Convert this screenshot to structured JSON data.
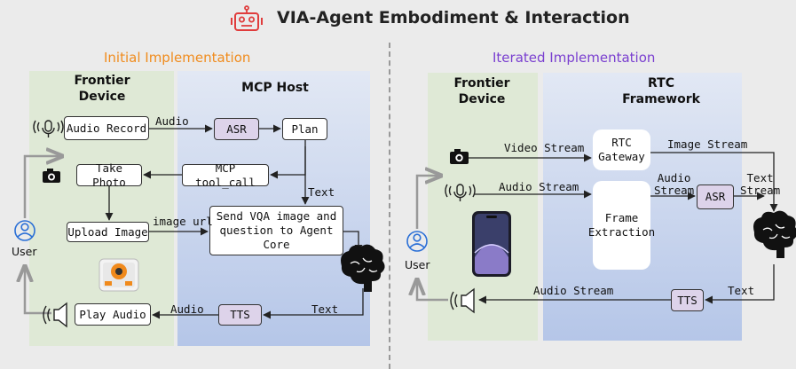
{
  "title": "VIA-Agent Embodiment & Interaction",
  "title_icon": "robot-icon",
  "left": {
    "heading": "Initial Implementation",
    "heading_color": "#f08c1e",
    "device_label": "Frontier\nDevice",
    "host_label": "MCP Host",
    "boxes": {
      "audio_record": "Audio Record",
      "asr": "ASR",
      "plan": "Plan",
      "take_photo": "Take Photo",
      "mcp_tool_call": "MCP tool_call",
      "upload_image": "Upload Image",
      "send_vqa": "Send VQA image and question to Agent Core",
      "tts": "TTS",
      "play_audio": "Play Audio"
    },
    "edge_labels": {
      "audio": "Audio",
      "text_plan": "Text",
      "image_url": "image url",
      "text_brain": "Text",
      "audio_tts": "Audio"
    },
    "user_label": "User"
  },
  "right": {
    "heading": "Iterated Implementation",
    "heading_color": "#7a3fd0",
    "device_label": "Frontier\nDevice",
    "framework_label": "RTC\nFramework",
    "boxes": {
      "rtc_gateway": "RTC\nGateway",
      "frame_extraction": "Frame\nExtraction",
      "asr": "ASR",
      "tts": "TTS"
    },
    "edge_labels": {
      "video_stream": "Video Stream",
      "image_stream": "Image Stream",
      "audio_stream_in": "Audio Stream",
      "audio_stream_asr": "Audio\nStream",
      "text_stream": "Text\nStream",
      "text_tts": "Text",
      "audio_stream_out": "Audio Stream"
    },
    "user_label": "User"
  },
  "colors": {
    "device_zone": "#dfe9d6",
    "host_zone": "#c6d3ee",
    "purple_box": "#ddd3ea",
    "title_icon": "#e03c3c"
  }
}
